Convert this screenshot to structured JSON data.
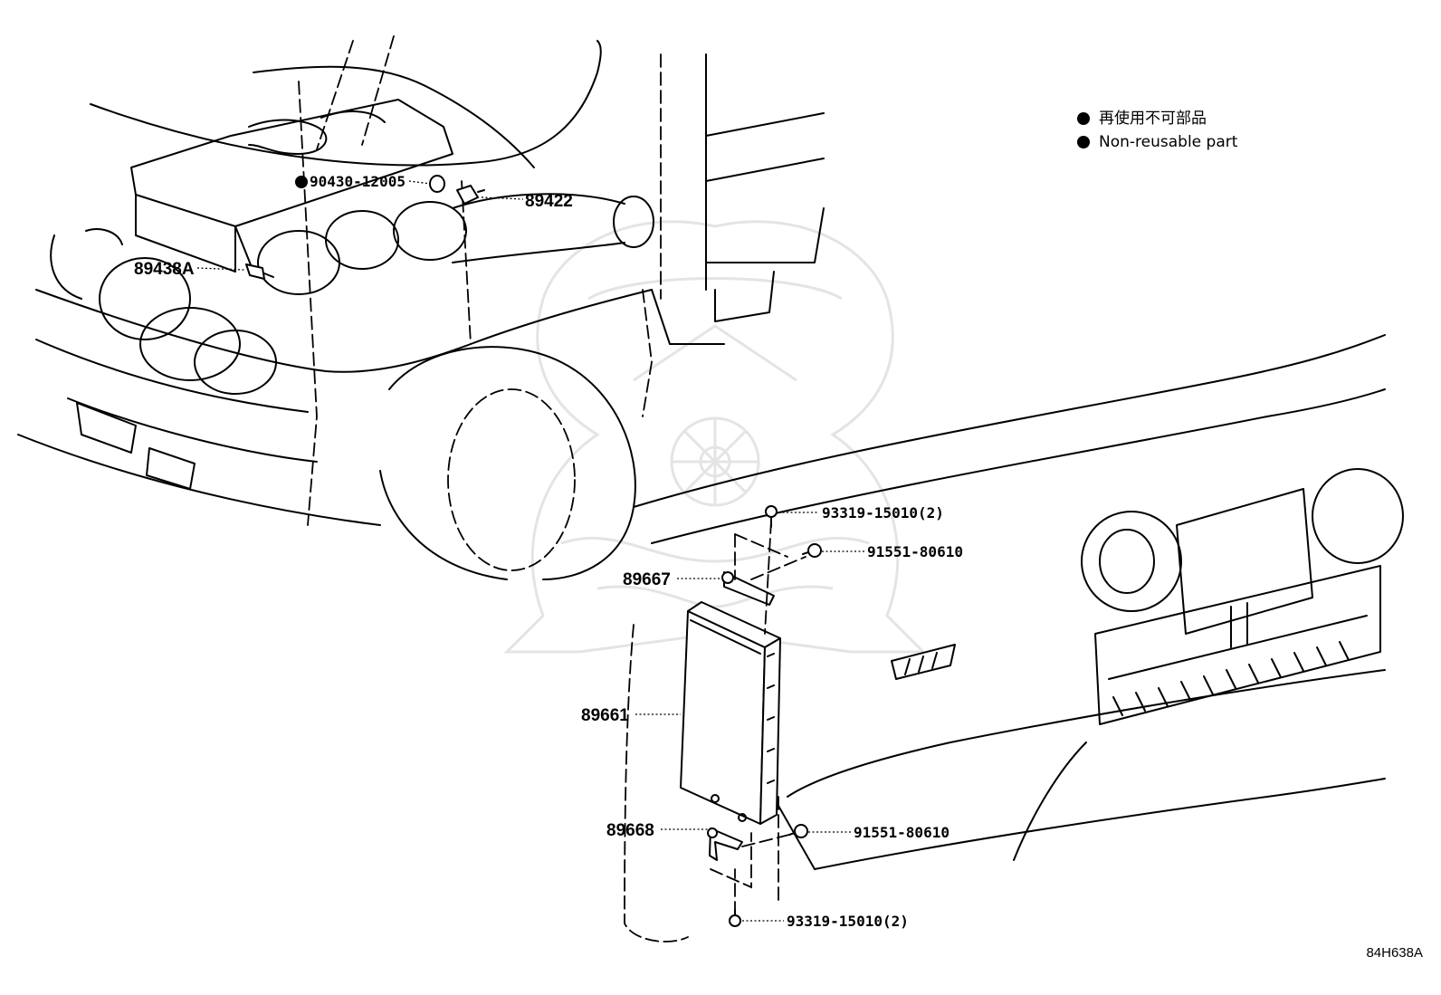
{
  "legend": {
    "items": [
      {
        "symbol": "filled-circle-icon",
        "text": "再使用不可部品"
      },
      {
        "symbol": "filled-circle-icon",
        "text": "Non-reusable part"
      }
    ]
  },
  "parts": {
    "p90430": "90430-12005",
    "p89422": "89422",
    "p89438A": "89438A",
    "p93319_top": "93319-15010(2)",
    "p91551_top": "91551-80610",
    "p89667": "89667",
    "p89661": "89661",
    "p89668": "89668",
    "p91551_bottom": "91551-80610",
    "p93319_bottom": "93319-15010(2)"
  },
  "diagram_code": "84H638A",
  "colors": {
    "line": "#000000",
    "watermark": "#e4e4e4",
    "background": "#ffffff"
  }
}
